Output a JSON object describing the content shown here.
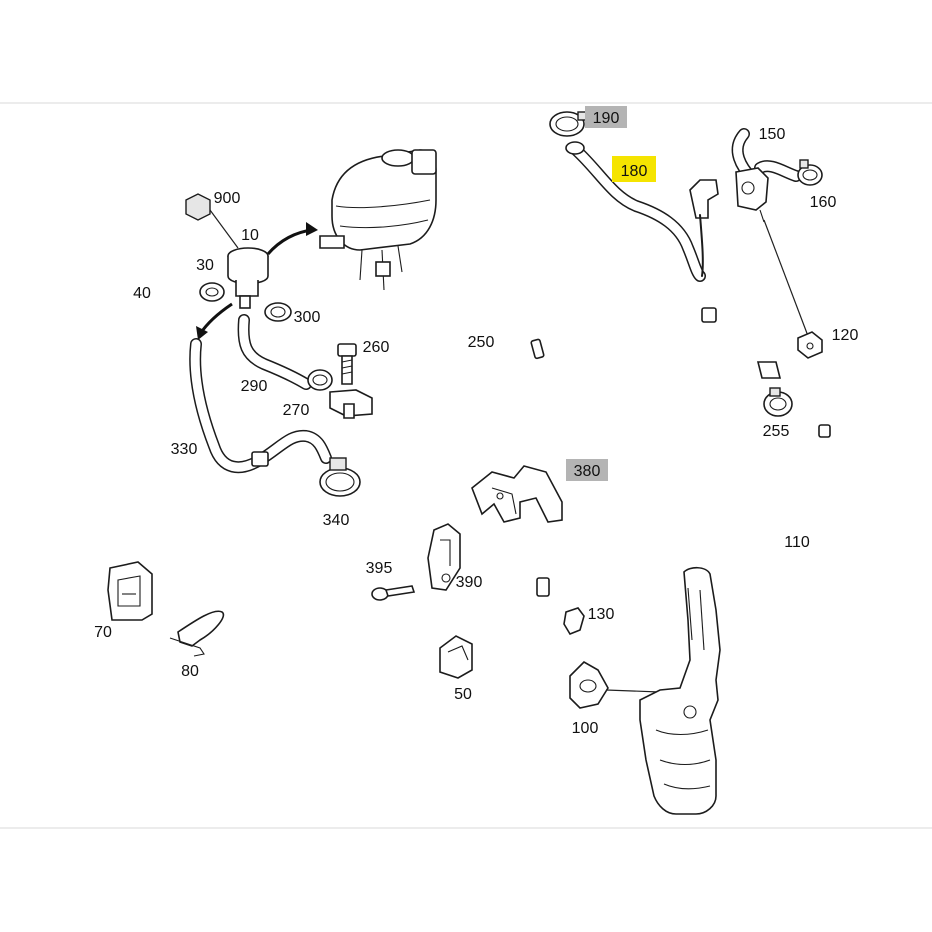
{
  "diagram": {
    "callouts": [
      {
        "key": "c190",
        "text": "190",
        "style": "gray"
      },
      {
        "key": "c180",
        "text": "180",
        "style": "highlight"
      },
      {
        "key": "c150",
        "text": "150",
        "style": "plain"
      },
      {
        "key": "c160",
        "text": "160",
        "style": "plain"
      },
      {
        "key": "c900",
        "text": "900",
        "style": "plain"
      },
      {
        "key": "c10",
        "text": "10",
        "style": "plain"
      },
      {
        "key": "c30",
        "text": "30",
        "style": "plain"
      },
      {
        "key": "c40",
        "text": "40",
        "style": "plain"
      },
      {
        "key": "c300",
        "text": "300",
        "style": "plain"
      },
      {
        "key": "c260",
        "text": "260",
        "style": "plain"
      },
      {
        "key": "c250",
        "text": "250",
        "style": "plain"
      },
      {
        "key": "c120",
        "text": "120",
        "style": "plain"
      },
      {
        "key": "c290",
        "text": "290",
        "style": "plain"
      },
      {
        "key": "c270",
        "text": "270",
        "style": "plain"
      },
      {
        "key": "c255",
        "text": "255",
        "style": "plain"
      },
      {
        "key": "c330",
        "text": "330",
        "style": "plain"
      },
      {
        "key": "c380",
        "text": "380",
        "style": "gray"
      },
      {
        "key": "c340",
        "text": "340",
        "style": "plain"
      },
      {
        "key": "c110",
        "text": "110",
        "style": "plain"
      },
      {
        "key": "c395",
        "text": "395",
        "style": "plain"
      },
      {
        "key": "c390",
        "text": "390",
        "style": "plain"
      },
      {
        "key": "c130",
        "text": "130",
        "style": "plain"
      },
      {
        "key": "c70",
        "text": "70",
        "style": "plain"
      },
      {
        "key": "c80",
        "text": "80",
        "style": "plain"
      },
      {
        "key": "c50",
        "text": "50",
        "style": "plain"
      },
      {
        "key": "c100",
        "text": "100",
        "style": "plain"
      }
    ],
    "colors": {
      "highlight": "#f5e400",
      "gray_box": "#b4b4b4",
      "line": "#1c1c1c",
      "background": "#ffffff"
    }
  }
}
